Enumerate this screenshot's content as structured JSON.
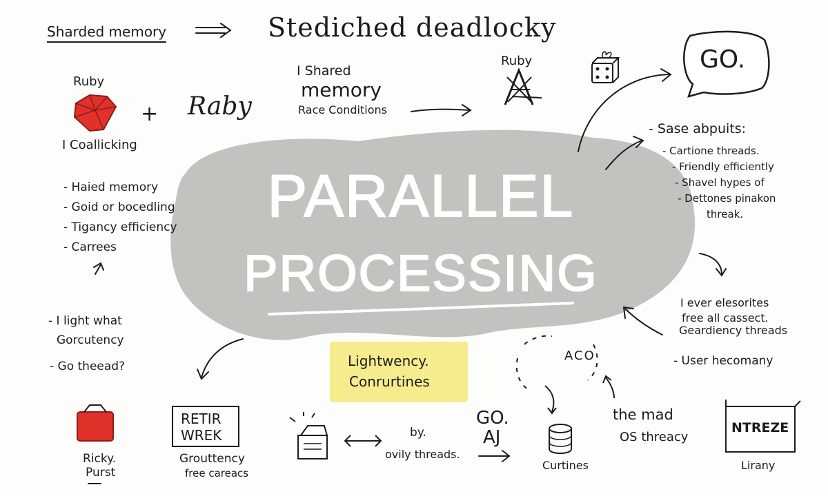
{
  "header": {
    "sharded_memory": "Sharded memory",
    "arrow_text": "==>",
    "title_right": "Stediched deadlocky"
  },
  "center": {
    "line1": "PARALLEL",
    "line2": "PROCESSING"
  },
  "top_left": {
    "ruby_label": "Ruby",
    "plus": "+",
    "raby": "Raby",
    "caption": "I Coallicking"
  },
  "top_middle": {
    "line1": "I Shared",
    "line2": "memory",
    "line3": "Race Conditions"
  },
  "top_right": {
    "ruby_label": "Ruby",
    "speech_text": "GO."
  },
  "left_list": {
    "items": [
      "- Haied memory",
      "- Goid or bocedling",
      "- Tigancy efficiency",
      "- Carrees"
    ]
  },
  "left_bottom": {
    "line1": "- I light what",
    "line2": "Gorcutency",
    "line3": "- Go theead?"
  },
  "right_list": {
    "heading": "- Sase abpuits:",
    "items": [
      "- Cartione threads.",
      "- Friendly efficiently",
      "- Shavel hypes of",
      "- Dettones pinakon",
      "threak."
    ]
  },
  "right_middle": {
    "line1": "I ever elesorites",
    "line2": "free all cassect.",
    "line3": "Geardiency threads",
    "line4": "- User hecomany"
  },
  "sticky_note": {
    "line1": "Lightwency.",
    "line2": "Conrurtines"
  },
  "bottom": {
    "ricky_line1": "Ricky.",
    "ricky_line2": "Purst",
    "retir_line1": "RETIR",
    "retir_line2": "WREK",
    "grout_line1": "Grouttency",
    "grout_line2": "free careacs",
    "by": "by.",
    "ovily": "ovily threads.",
    "go": "GO.",
    "aj": "AJ",
    "aco": "ACO",
    "curtines": "Curtines",
    "mad": "the mad",
    "os_threacy": "OS threacy",
    "ntreze": "NTREZE",
    "lirany": "Lirany"
  },
  "colors": {
    "blob": "#bfc0bc",
    "ruby_red": "#e0312b",
    "sticky": "#f7ec8d",
    "ink": "#1c1c1c"
  },
  "icons": [
    "ruby-gem-icon",
    "dice-icon",
    "ruby-building-icon",
    "speech-bubble-icon",
    "red-box-icon",
    "desk-lamp-icon",
    "coin-stack-icon",
    "double-arrow-icon"
  ]
}
